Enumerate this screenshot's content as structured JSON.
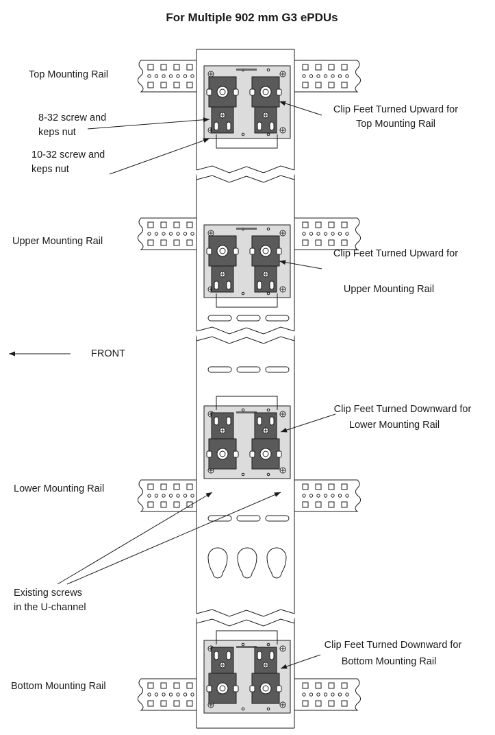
{
  "title": "For Multiple 902 mm G3 ePDUs",
  "labels": {
    "top_rail": "Top Mounting Rail",
    "upper_rail": "Upper Mounting Rail",
    "lower_rail": "Lower Mounting Rail",
    "bottom_rail": "Bottom Mounting Rail",
    "screw_832_l1": "8-32 screw and",
    "screw_832_l2": "keps nut",
    "screw_1032_l1": "10-32 screw and",
    "screw_1032_l2": "keps nut",
    "front": "FRONT",
    "existing_l1": "Existing screws",
    "existing_l2": "in the U-channel",
    "clip_top_l1": "Clip Feet Turned Upward  for",
    "clip_top_l2": "Top Mounting Rail",
    "clip_upper_l1": "Clip Feet Turned Upward  for",
    "clip_upper_l2": "Upper Mounting Rail",
    "clip_lower_l1": "Clip Feet Turned Downward  for",
    "clip_lower_l2": "Lower Mounting Rail",
    "clip_bottom_l1": "Clip Feet Turned Downward  for",
    "clip_bottom_l2": "Bottom Mounting Rail"
  },
  "colors": {
    "line": "#1a1a1a",
    "plate": "#dcdcdc",
    "clip": "#5a5a5a"
  }
}
